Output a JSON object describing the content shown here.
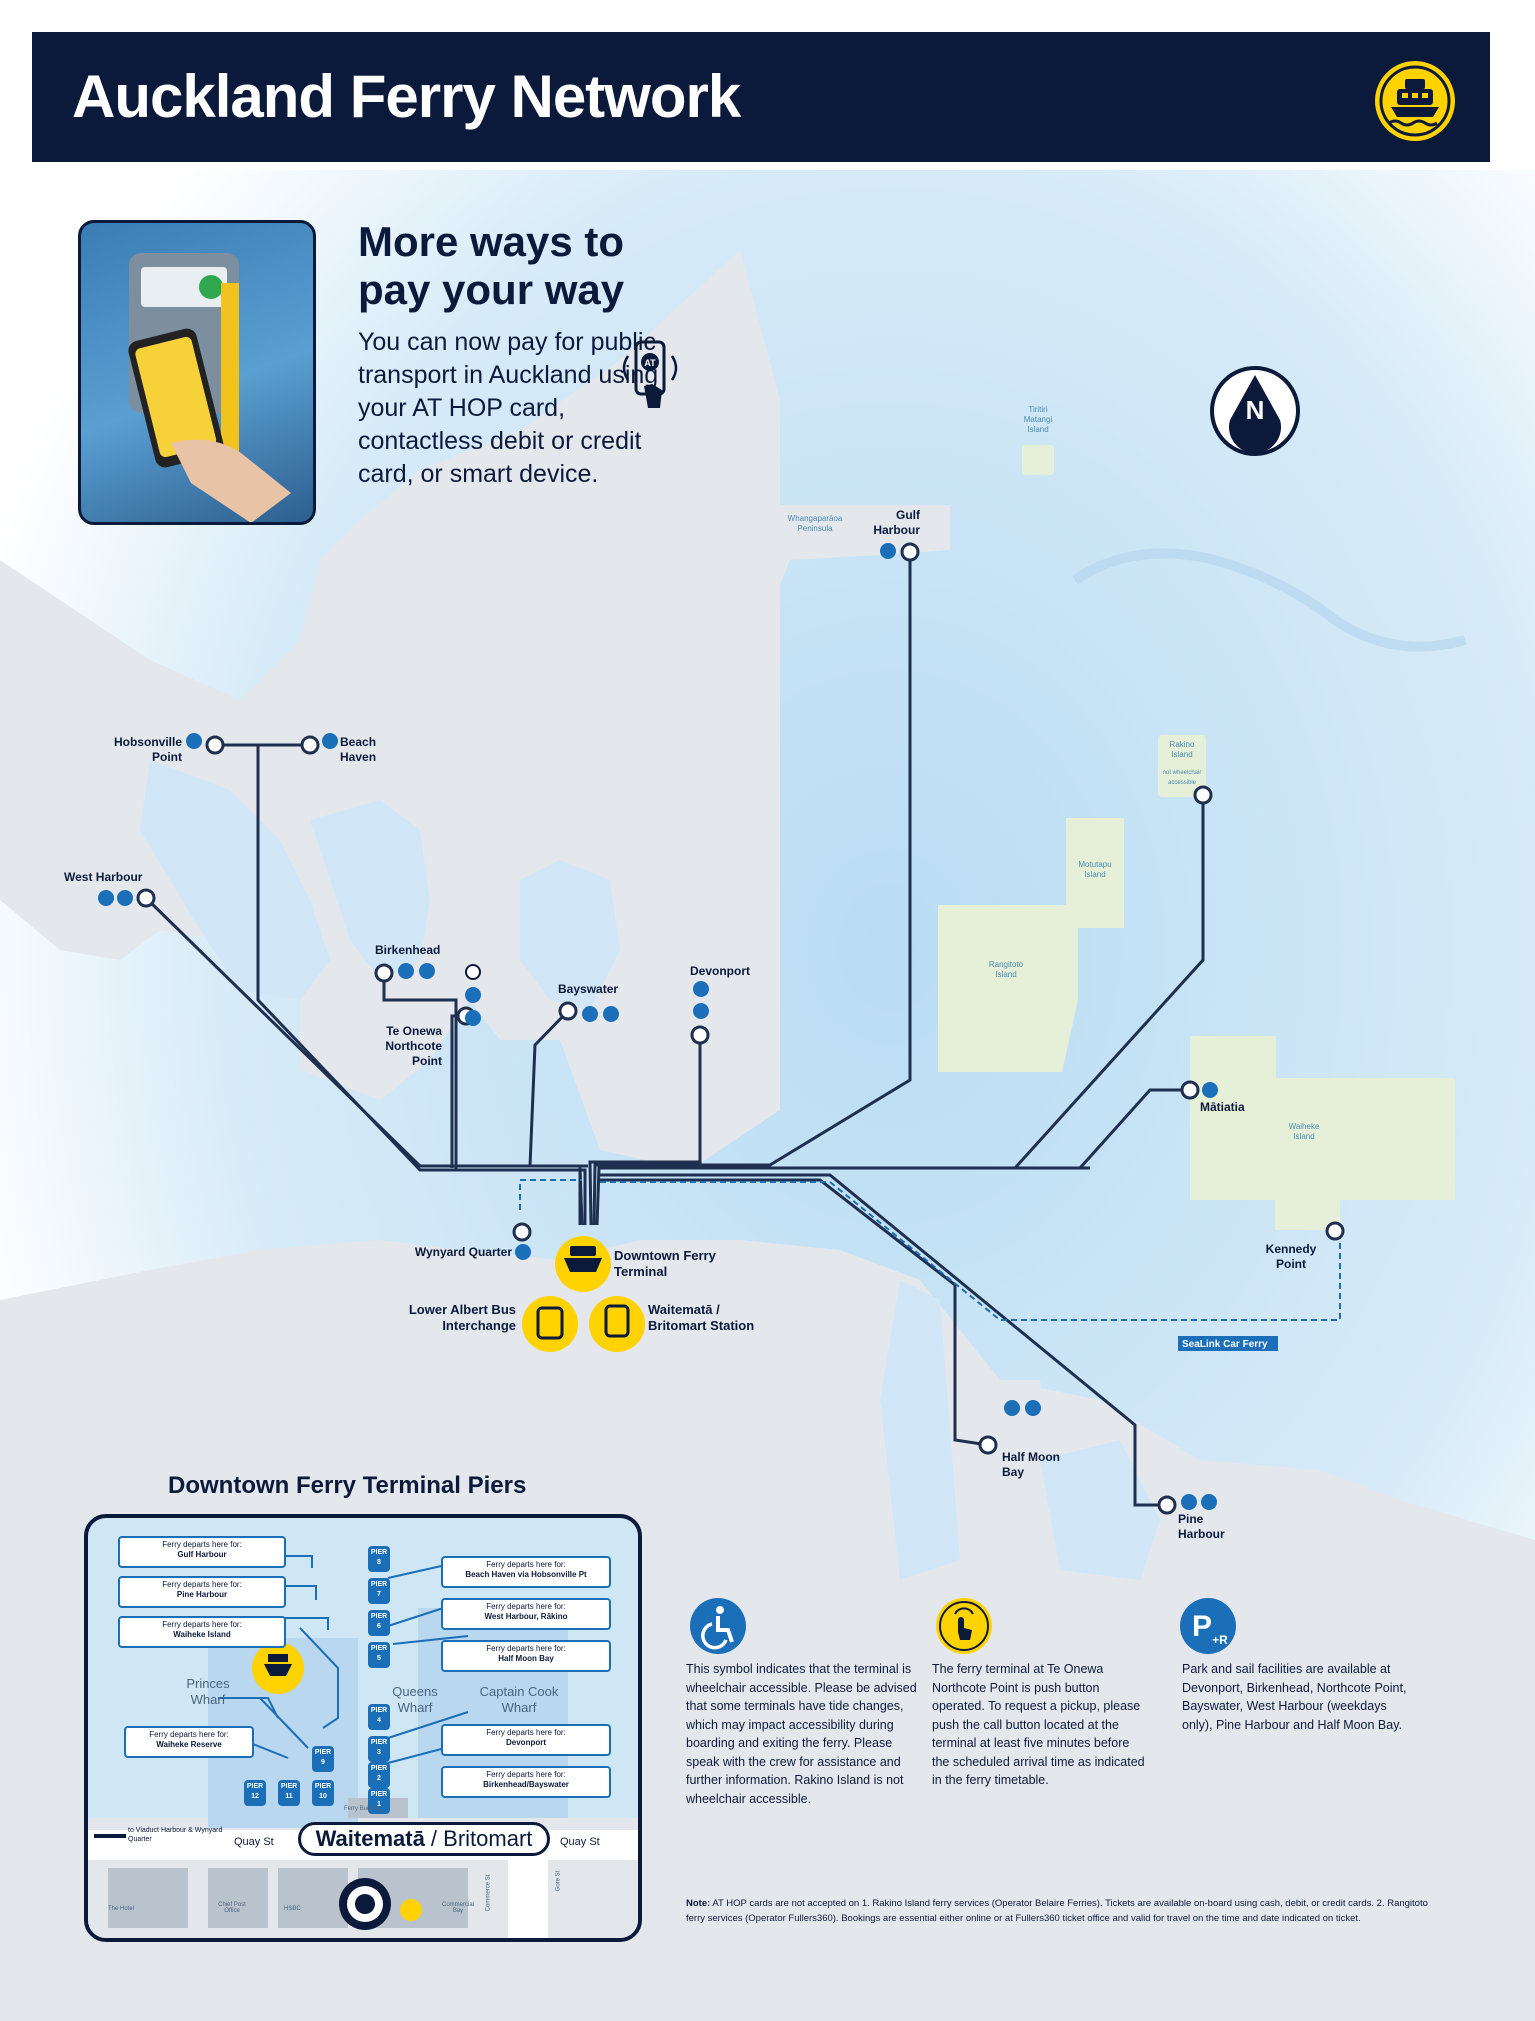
{
  "header": {
    "title": "Auckland Ferry Network",
    "icon": "ferry-icon",
    "bg_color": "#0b1a3b",
    "accent_color": "#ffd200"
  },
  "promo": {
    "heading": "More ways to pay your way",
    "body": "You can now pay for public transport in Auckland using your AT HOP card, contactless debit or credit card, or smart device.",
    "icon": "contactless-phone-icon",
    "icon_badge": "AT"
  },
  "compass": {
    "label": "N"
  },
  "stations": {
    "hobsonville": "Hobsonville Point",
    "beach_haven": "Beach Haven",
    "west_harbour": "West Harbour",
    "birkenhead": "Birkenhead",
    "northcote": "Te Onewa Northcote Point",
    "bayswater": "Bayswater",
    "devonport": "Devonport",
    "gulf_harbour": "Gulf Harbour",
    "matiatia": "Mātiatia",
    "kennedy_point": "Kennedy Point",
    "half_moon_bay": "Half Moon Bay",
    "pine_harbour": "Pine Harbour",
    "wynyard": "Wynyard Quarter",
    "rakino_stop": "Rakino Island"
  },
  "islands": {
    "tiritiri": "Tiritiri Matangi Island",
    "whangaparaoa": "Whangaparāoa Peninsula",
    "rakino": "Rakino Island",
    "rakino_note": "not wheelchair accessible",
    "motutapu": "Motutapu Island",
    "rangitoto": "Rangitoto Island",
    "waiheke": "Waiheke Island"
  },
  "hubs": {
    "downtown": "Downtown Ferry Terminal",
    "lower_albert": "Lower Albert Bus Interchange",
    "britomart": "Waitematā / Britomart Station"
  },
  "sealink_label": "SeaLink Car Ferry",
  "piers": {
    "title": "Downtown Ferry Terminal Piers",
    "departs_label": "Ferry departs here for:",
    "left_cards": [
      "Gulf Harbour",
      "Pine Harbour",
      "Waiheke Island"
    ],
    "reserve_card": "Waiheke Reserve",
    "right_cards": [
      "Beach Haven via Hobsonville Pt",
      "West Harbour, Rākino",
      "Half Moon Bay",
      "Devonport",
      "Birkenhead/Bayswater"
    ],
    "pier_tags": [
      "PIER 8",
      "PIER 7",
      "PIER 6",
      "PIER 5",
      "PIER 4",
      "PIER 3",
      "PIER 2",
      "PIER 1",
      "PIER 9",
      "PIER 10",
      "PIER 11",
      "PIER 12"
    ],
    "wharves": {
      "princes": "Princes Wharf",
      "queens": "Queens Wharf",
      "captain_cook": "Captain Cook Wharf"
    },
    "ferry_building": "Ferry Building",
    "to_viaduct": "to Viaduct Harbour & Wynyard Quarter",
    "quay_st_left": "Quay St",
    "quay_st_right": "Quay St",
    "station_a": "Waitematā",
    "station_sep": " / ",
    "station_b": "Britomart",
    "streets": [
      "The Hotel",
      "Chief Post Office",
      "HSBC",
      "Commercial Bay",
      "Commerce St",
      "Gore St"
    ]
  },
  "legend": {
    "wheelchair": "This symbol indicates that the terminal is wheelchair accessible. Please be advised that some terminals have tide changes, which may impact accessibility during boarding and exiting the ferry. Please speak with the crew for assistance and further information. Rakino Island is not wheelchair accessible.",
    "pushbutton": "The ferry terminal at Te Onewa Northcote Point is push button operated. To request a pickup, please push the call button located at the terminal at least five minutes before the scheduled arrival time as indicated in the ferry timetable.",
    "parkride": "Park and sail facilities are available at Devonport, Birkenhead, Northcote Point, Bayswater, West Harbour (weekdays only), Pine Harbour and Half Moon Bay.",
    "park_symbol": "P",
    "park_sub": "+R"
  },
  "note": {
    "label": "Note:",
    "text": "AT HOP cards are not accepted on 1. Rakino Island ferry services (Operator Belaire Ferries). Tickets are available on-board using cash, debit, or credit cards. 2. Rangitoto ferry services (Operator Fullers360). Bookings are essential either online or at Fullers360 ticket office and valid for travel on the time and date indicated on ticket."
  },
  "colors": {
    "route": "#1f2f4f",
    "water": "#cbe4f7",
    "land": "#e5e9ee",
    "island": "#e6f0d8",
    "access": "#1a6fb8"
  }
}
